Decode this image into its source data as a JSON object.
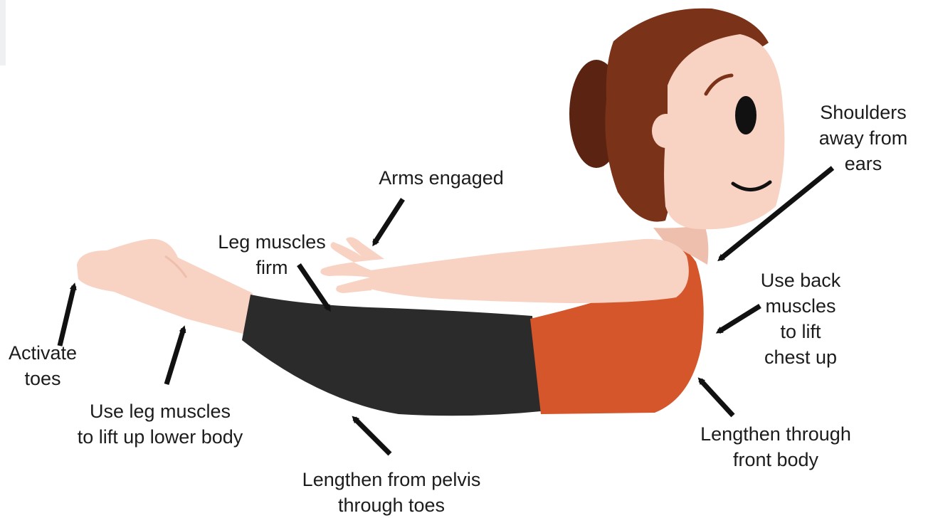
{
  "labels": {
    "shoulders": "Shoulders\naway from\nears",
    "arms": "Arms engaged",
    "leg_firm": "Leg muscles\nfirm",
    "back": "Use back\nmuscles\nto lift\nchest up",
    "toes": "Activate\ntoes",
    "front": "Lengthen through\nfront body",
    "use_legs": "Use leg muscles\nto lift up lower body",
    "pelvis": "Lengthen from pelvis\nthrough toes"
  },
  "colors": {
    "skin": "#f8d2c3",
    "skin_shade": "#efbfae",
    "hair": "#7a3218",
    "hair_dark": "#5a2312",
    "top": "#d4562a",
    "pants": "#2c2b2b",
    "arrow": "#111111",
    "text": "#1c1c1c"
  }
}
